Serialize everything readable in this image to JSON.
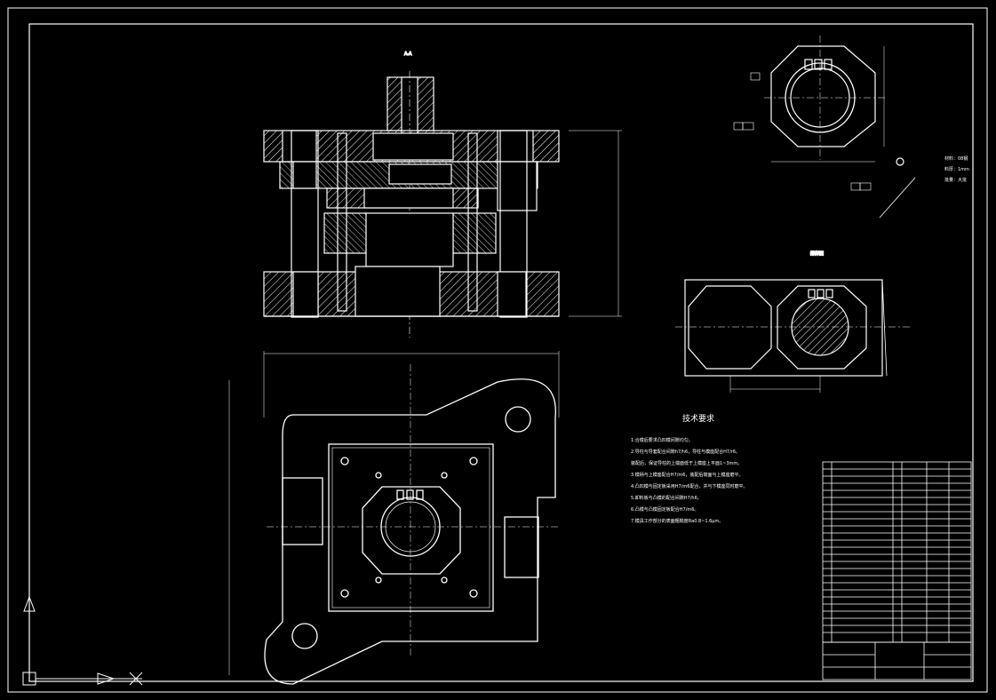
{
  "section_label": "A-A",
  "layout_label": "排样图",
  "tech_requirements": {
    "title": "技术要求",
    "items": [
      "1.合模后要求凸凹模间隙均匀。",
      "2.导柱与导套配合间隙h7/h6，导柱与模座配合H7/r6。",
      "  装配后，保证导柱的上端面低于上模座上平面1~3mm。",
      "3.模柄与上模座配合H7/m6，装配后端面与上模座磨平。",
      "4.凸凹模与固定板采用H7/m6配合，并与下模座同时磨平。",
      "5.卸料板与凸模的配合间隙H7/h6。",
      "6.凸模与凸模固定板配合H7/m6。",
      "7.模具工作部分的表面粗糙度Ra0.8~1.6μm。"
    ]
  },
  "material_note": [
    "材料：08钢",
    "料厚：1mm",
    "批量：大批"
  ]
}
